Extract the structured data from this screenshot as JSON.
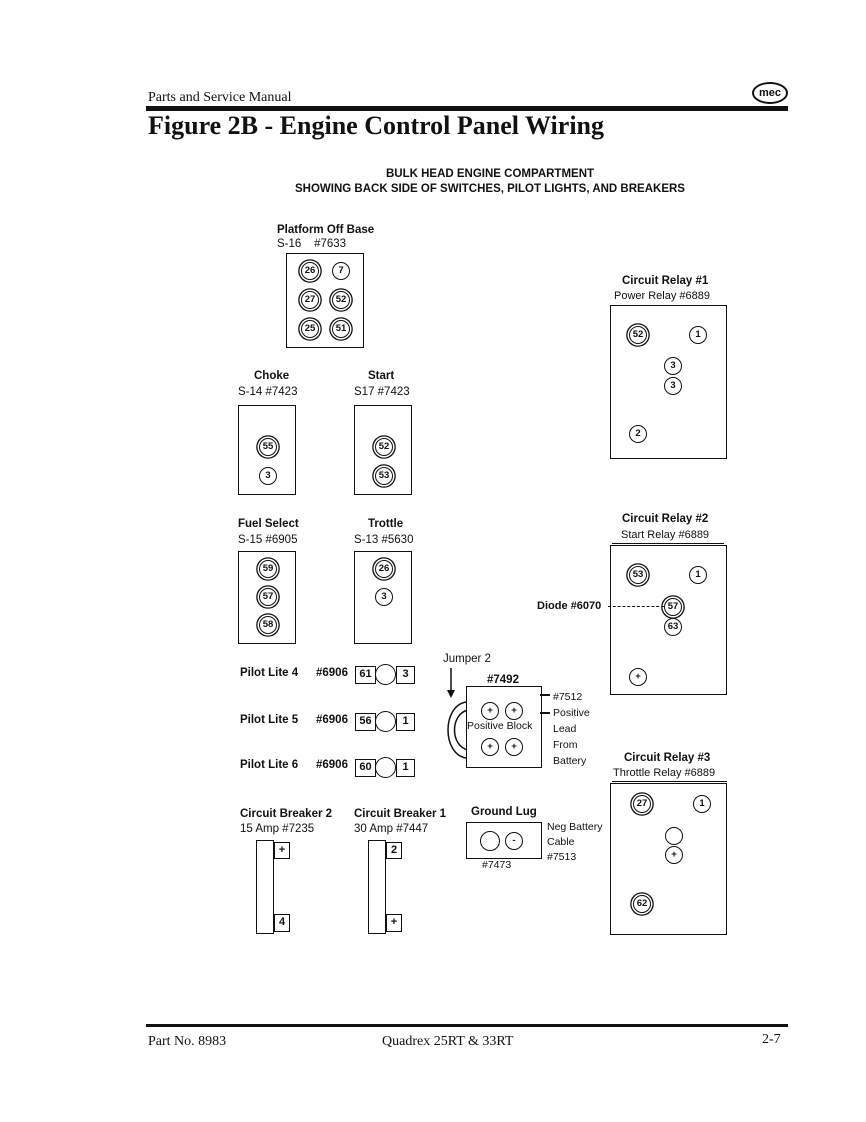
{
  "header": {
    "manual_label": "Parts and Service Manual",
    "logo_text": "mec",
    "figure_title": "Figure 2B - Engine Control Panel Wiring"
  },
  "caption": {
    "line1": "BULK HEAD ENGINE COMPARTMENT",
    "line2": "SHOWING BACK SIDE OF SWITCHES, PILOT LIGHTS, AND BREAKERS"
  },
  "platform": {
    "title": "Platform Off Base",
    "part": "S-16    #7633",
    "terminals": [
      "26",
      "7",
      "27",
      "52",
      "25",
      "51"
    ]
  },
  "choke": {
    "title": "Choke",
    "part": "S-14 #7423",
    "terminals": [
      "55",
      "3"
    ]
  },
  "start": {
    "title": "Start",
    "part": "S17 #7423",
    "terminals": [
      "52",
      "53"
    ]
  },
  "fuel_select": {
    "title": "Fuel Select",
    "part": "S-15 #6905",
    "terminals": [
      "59",
      "57",
      "58"
    ]
  },
  "trottle": {
    "title": "Trottle",
    "part": "S-13 #5630",
    "terminals": [
      "26",
      "3"
    ]
  },
  "pilot_lites": [
    {
      "label": "Pilot Lite 4",
      "part": "#6906",
      "left": "61",
      "right": "3"
    },
    {
      "label": "Pilot Lite 5",
      "part": "#6906",
      "left": "56",
      "right": "1"
    },
    {
      "label": "Pilot Lite 6",
      "part": "#6906",
      "left": "60",
      "right": "1"
    }
  ],
  "jumper": {
    "label": "Jumper 2",
    "part": "#7492"
  },
  "positive_block": {
    "label": "Positive Block",
    "plus": "+",
    "callout": [
      "#7512",
      "Positive",
      "Lead",
      "From",
      "Battery"
    ]
  },
  "breaker2": {
    "title": "Circuit Breaker 2",
    "part": "15 Amp #7235",
    "top": "+",
    "bottom": "4"
  },
  "breaker1": {
    "title": "Circuit Breaker 1",
    "part": "30 Amp #7447",
    "top": "2",
    "bottom": "+"
  },
  "ground_lug": {
    "title": "Ground Lug",
    "minus": "-",
    "part": "#7473",
    "callout": [
      "Neg Battery",
      "Cable",
      "#7513"
    ]
  },
  "relay1": {
    "title": "Circuit Relay #1",
    "part": "Power Relay  #6889",
    "terminals": [
      "52",
      "1",
      "3",
      "3",
      "2"
    ]
  },
  "relay2": {
    "title": "Circuit Relay #2",
    "part": "Start Relay  #6889",
    "terminals": [
      "53",
      "1",
      "57",
      "63",
      "+"
    ]
  },
  "relay3": {
    "title": "Circuit Relay #3",
    "part": "Throttle Relay  #6889",
    "terminals": [
      "27",
      "1",
      "+",
      "62"
    ]
  },
  "diode": {
    "label": "Diode #6070"
  },
  "footer": {
    "part_no": "Part No. 8983",
    "model": "Quadrex 25RT & 33RT",
    "page": "2-7"
  }
}
